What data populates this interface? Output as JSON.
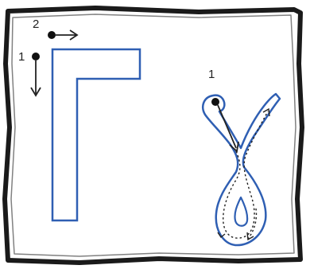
{
  "colors": {
    "outline": "#2f5fb3",
    "frame": "#1a1a1a",
    "arrow": "#222222",
    "background": "#ffffff"
  },
  "figures": [
    {
      "letter_name": "gamma",
      "letter": "Γ",
      "steps": [
        {
          "number": "1",
          "direction": "down"
        },
        {
          "number": "2",
          "direction": "right"
        }
      ]
    },
    {
      "letter_name": "lowercase-gamma",
      "letter": "γ",
      "steps": [
        {
          "number": "1",
          "direction": "diagonal-down-right"
        }
      ]
    }
  ]
}
